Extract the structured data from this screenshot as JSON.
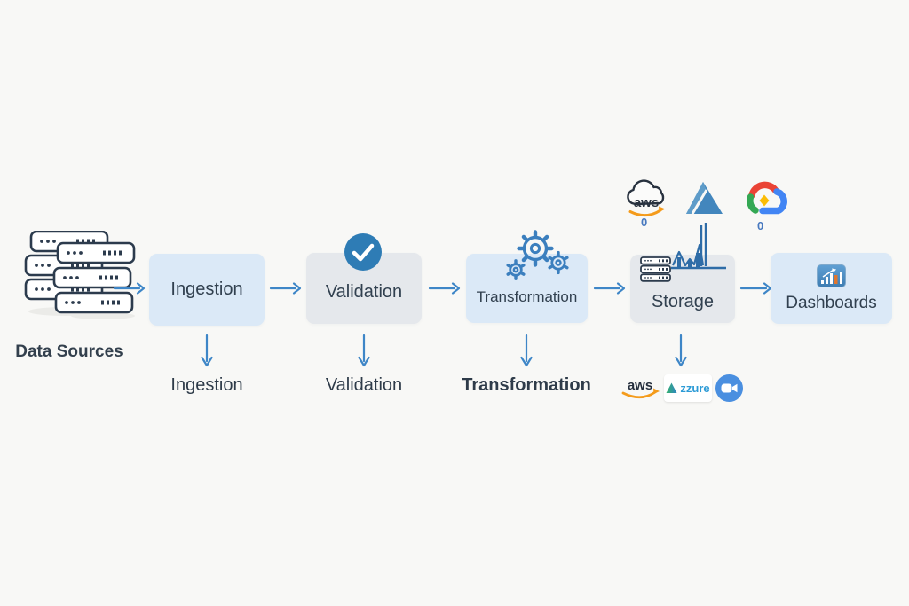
{
  "colors": {
    "background": "#f8f8f6",
    "box_blue": "#dbe9f7",
    "box_gray": "#e5e8ec",
    "arrow_blue": "#3e86c7",
    "badge_blue": "#2e7cb5",
    "dark_navy": "#2c3b4d",
    "label_text": "#31404f",
    "aws_orange": "#f49b1b",
    "gcp_red": "#ea4335",
    "gcp_blue": "#4285f4",
    "gcp_yellow": "#fbbc05",
    "gcp_green": "#34a853",
    "zoom_blue": "#4a8fe0"
  },
  "data_sources": {
    "label": "Data Sources"
  },
  "stages": {
    "ingestion": {
      "label": "Ingestion"
    },
    "validation": {
      "label": "Validation"
    },
    "transformation": {
      "label": "Transformation"
    },
    "storage": {
      "label": "Storage"
    },
    "dashboards": {
      "label": "Dashboards"
    }
  },
  "output_labels": {
    "ingestion": "Ingestion",
    "validation": "Validation",
    "transformation": "Transformation"
  },
  "cloud_providers": {
    "aws": {
      "text": "aws",
      "marker": "0"
    },
    "azure": {
      "icon": "azure-logo"
    },
    "google_cloud": {
      "icon": "google-cloud-logo",
      "marker": "0"
    }
  },
  "storage_tools": {
    "aws": {
      "text": "aws"
    },
    "azure": {
      "text": "zzure"
    },
    "zoom": {
      "icon": "zoom-logo"
    }
  },
  "icons": {
    "data_sources": "server-stack-icon",
    "validation": "check-icon",
    "transformation": "gears-icon",
    "storage": "servers-and-chart-icon",
    "dashboards": "bar-chart-icon"
  }
}
